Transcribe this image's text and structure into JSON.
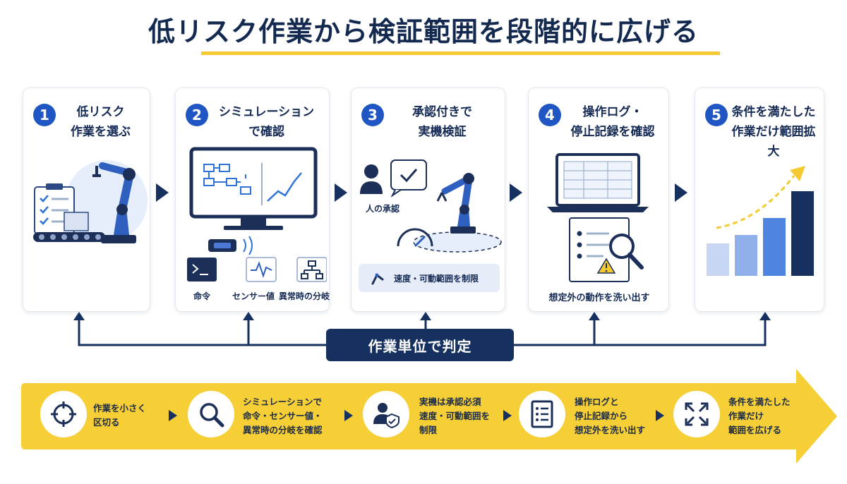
{
  "title": "低リスク作業から検証範囲を段階的に広げる",
  "colors": {
    "navy": "#16305f",
    "blue": "#1f56c4",
    "accent_yellow": "#f5c932",
    "banner": "#f6cf37"
  },
  "steps": [
    {
      "num": "1",
      "title": "低リスク\n作業を選ぶ",
      "icon": "robot-arm-checklist-icon"
    },
    {
      "num": "2",
      "title": "シミュレーション\nで確認",
      "icon": "monitor-simulation-icon",
      "labels": [
        "命令",
        "センサー値",
        "異常時の分岐"
      ]
    },
    {
      "num": "3",
      "title": "承認付きで\n実機検証",
      "icon": "robot-arm-approval-icon",
      "approval_label": "人の承認",
      "limit_label": "速度・可動範囲を制限"
    },
    {
      "num": "4",
      "title": "操作ログ・\n停止記録を確認",
      "icon": "laptop-log-icon",
      "caption": "想定外の動作を洗い出す"
    },
    {
      "num": "5",
      "title": "条件を満たした\n作業だけ範囲拡大",
      "icon": "growth-bar-chart-icon"
    }
  ],
  "decision_label": "作業単位で判定",
  "banner": [
    {
      "icon": "target-icon",
      "text": "作業を小さく\n区切る"
    },
    {
      "icon": "magnifier-icon",
      "text": "シミュレーションで\n命令・センサー値・\n異常時の分岐を確認"
    },
    {
      "icon": "user-shield-icon",
      "text": "実機は承認必須\n速度・可動範囲を\n制限"
    },
    {
      "icon": "checklist-icon",
      "text": "操作ログと\n停止記録から\n想定外を洗い出す"
    },
    {
      "icon": "expand-arrows-icon",
      "text": "条件を満たした\n作業だけ\n範囲を広げる"
    }
  ]
}
